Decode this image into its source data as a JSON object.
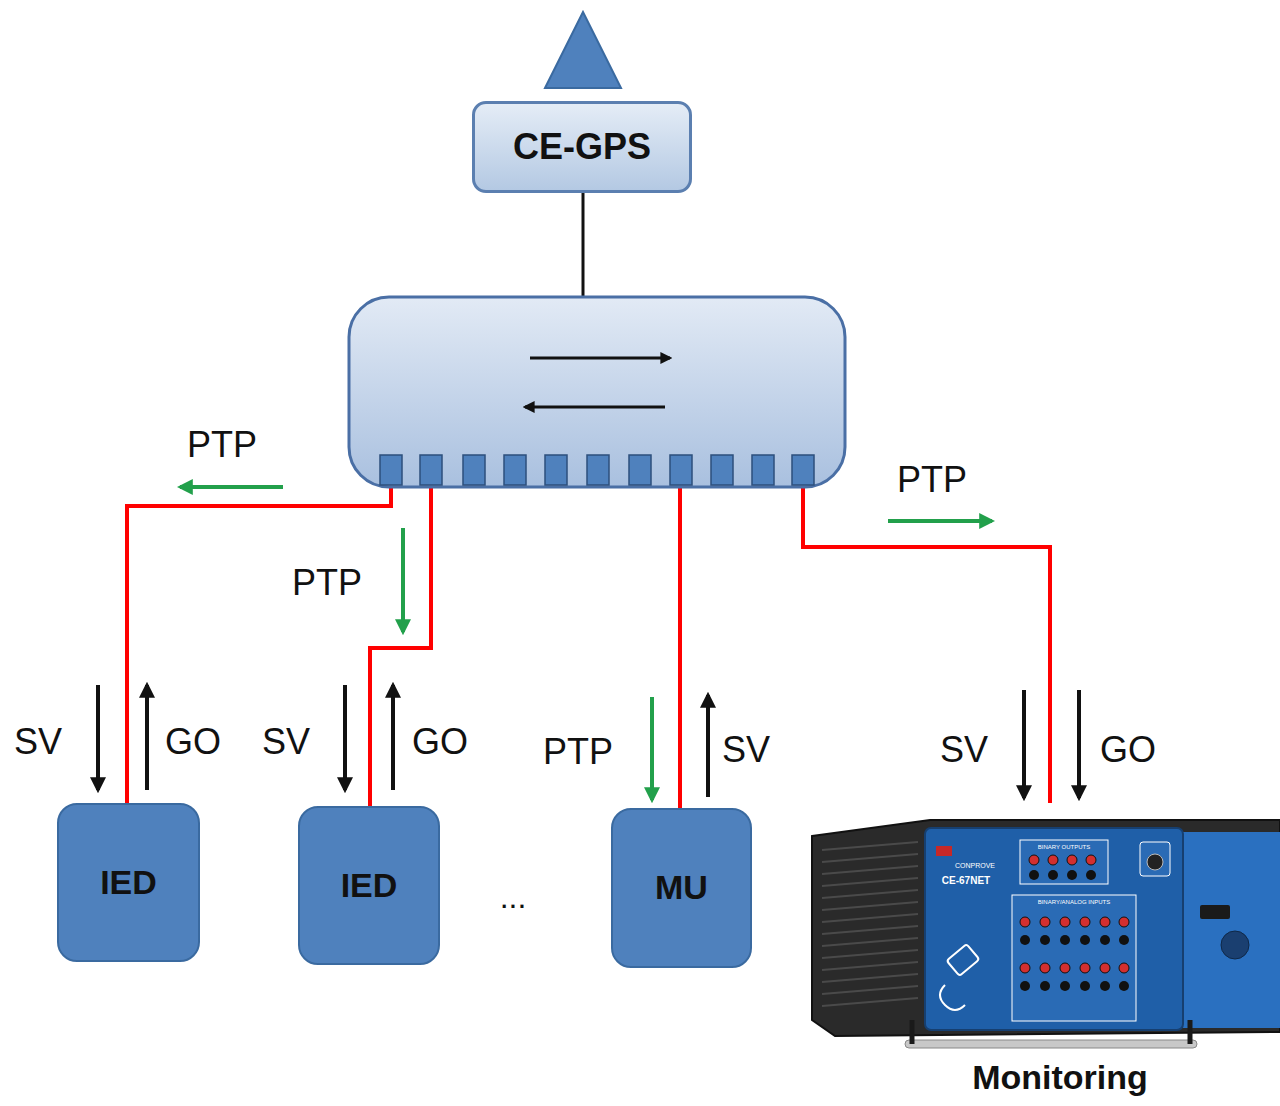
{
  "diagram": {
    "nodes": [
      {
        "text": [
          "CE-GPS"
        ]
      },
      {
        "text": [
          "IED"
        ]
      },
      {
        "text": [
          "IED"
        ]
      },
      {
        "text": [
          "MU"
        ]
      },
      {
        "text": [
          "Monitoring"
        ]
      }
    ],
    "labels": [
      "PTP",
      "PTP",
      "PTP",
      "PTP",
      "SV",
      "GO",
      "SV",
      "GO",
      "SV",
      "SV",
      "GO",
      "...",
      "CONPROVE",
      "CE-67NET",
      "BINARY OUTPUTS",
      "BINARY/ANALOG INPUTS"
    ]
  }
}
